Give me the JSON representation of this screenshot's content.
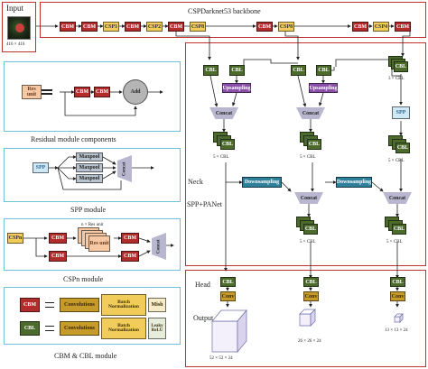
{
  "input": {
    "title": "Input",
    "size": "416 × 416"
  },
  "backbone": {
    "title": "CSPDarknet53 backbone",
    "blocks": [
      "CBM",
      "CBM",
      "CSP1",
      "CBM",
      "CSP2",
      "CBM",
      "CSP8",
      "CBM",
      "CSP8",
      "CBM",
      "CSP4",
      "CBM"
    ]
  },
  "neck": {
    "label": "Neck",
    "sub_label": "SPP+PANet",
    "cbl": "CBL",
    "upsampling": "Upsampling",
    "downsampling": "Downsampling",
    "concat": "Concat",
    "spp": "SPP",
    "three_cbl": "3 × CBL",
    "five_cbl": "5 × CBL"
  },
  "head": {
    "label": "Head",
    "cbl": "CBL",
    "conv": "Conv",
    "output_label": "Output",
    "sizes": [
      "52 × 52 × 24",
      "26 × 26 × 24",
      "13 × 13 × 24"
    ]
  },
  "residual": {
    "res_unit": "Res unit",
    "cbm": "CBM",
    "add": "Add",
    "caption": "Residual module components"
  },
  "spp_module": {
    "spp": "SPP",
    "maxpool": "Maxpool",
    "concat": "Concat",
    "caption": "SPP module"
  },
  "cspn": {
    "cspn": "CSPn",
    "cbm": "CBM",
    "res_unit": "Res unit",
    "n_res": "n × Res unit",
    "concat": "Concat",
    "caption": "CSPn module"
  },
  "cbm_cbl": {
    "cbm": "CBM",
    "cbl": "CBL",
    "conv": "Convolutions",
    "bn": "Batch Normalization",
    "mish": "Mish",
    "leaky": "Leaky ReLU",
    "caption": "CBM & CBL module"
  },
  "colors": {
    "frame_red": "#c0312f",
    "frame_cyan": "#6cc4d6",
    "cbm": "#b22c2c",
    "csp": "#f1cc5b",
    "cbl": "#4c6a2c",
    "upsampling": "#8a4fa8",
    "downsampling": "#2d7f9a",
    "spp": "#cfe8f6"
  }
}
